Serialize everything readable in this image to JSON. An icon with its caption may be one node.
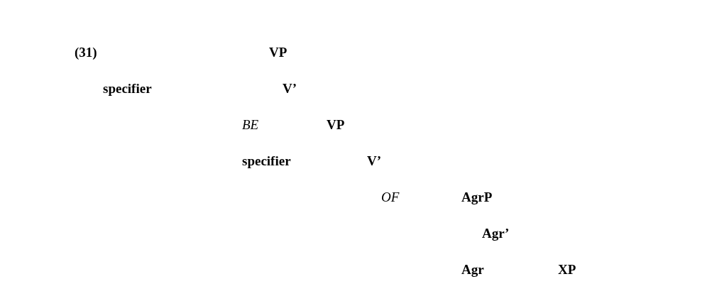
{
  "diagram": {
    "labels": [
      "(31)",
      "VP",
      "specifier",
      "V’",
      "BE",
      "VP",
      "specifier",
      "V’",
      "OF",
      "AgrP",
      "Agr’",
      "Agr",
      "XP"
    ]
  }
}
